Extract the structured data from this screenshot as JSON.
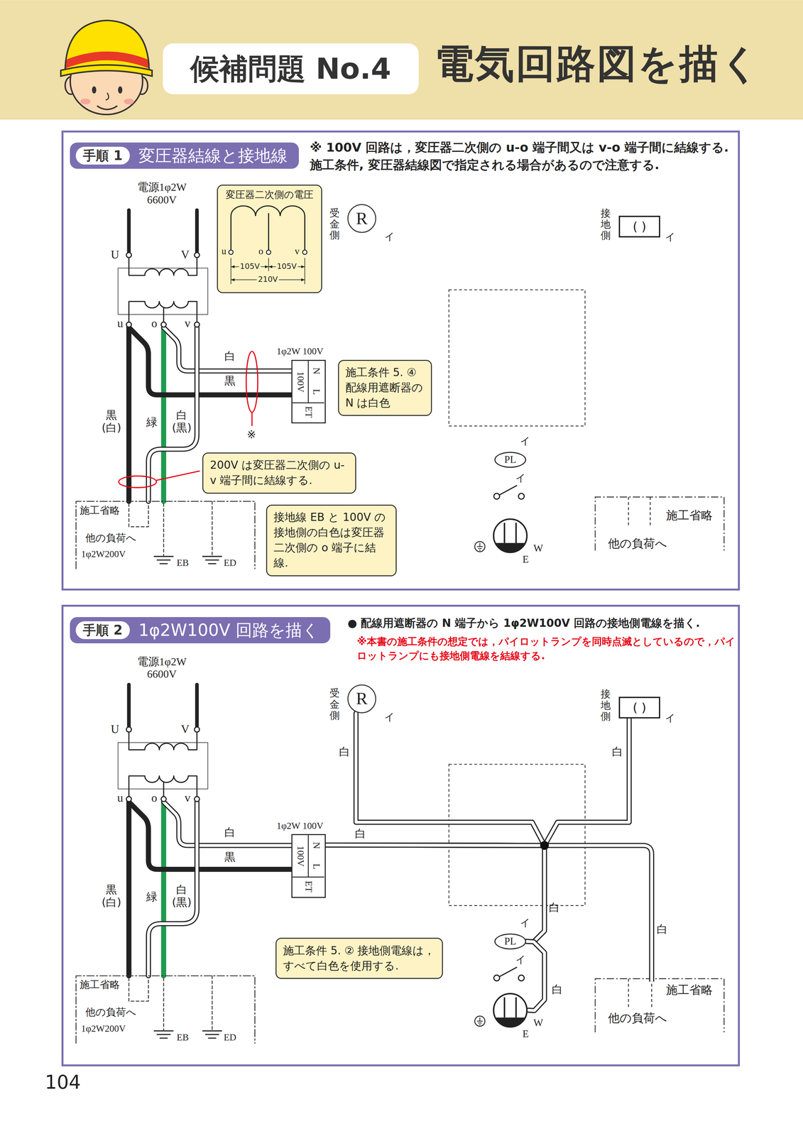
{
  "diagram": {
    "title": "電気回路図を描く",
    "nodes": [
      {
        "text": [
          "候補問題 No.4"
        ]
      },
      {
        "text": [
          "手順 1",
          "変圧器結線と接地線"
        ]
      },
      {
        "text": [
          "変圧器二次側の電圧",
          "u",
          "o",
          "v",
          "105V",
          "105V",
          "210V"
        ],
        "in": 1
      },
      {
        "text": [
          "受金側",
          "R",
          "イ"
        ],
        "in": 1
      },
      {
        "text": [
          "接地側",
          "( )",
          "イ"
        ],
        "in": 1
      },
      {
        "text": [
          "100V",
          "N",
          "L",
          "ET"
        ],
        "in": 1
      },
      {
        "text": [
          "施工条件 5. ④ 配線用遮断器の N は白色"
        ],
        "in": 1
      },
      {
        "text": [
          "PL",
          "イ"
        ],
        "in": 1
      },
      {
        "text": [
          "200V は変圧器二次側の u-v 端子間に結線する."
        ],
        "in": 1
      },
      {
        "text": [
          "接地線 EB と 100V の接地側の白色は変圧器二次側の o 端子に結線."
        ],
        "in": 1
      },
      {
        "text": [
          "E",
          "W"
        ],
        "in": 1
      },
      {
        "text": [
          "手順 2",
          "1φ2W100V 回路を描く"
        ]
      },
      {
        "text": [
          "受金側",
          "R",
          "イ"
        ],
        "in": 11
      },
      {
        "text": [
          "接地側",
          "( )",
          "イ"
        ],
        "in": 11
      },
      {
        "text": [
          "100V",
          "N",
          "L",
          "ET"
        ],
        "in": 11
      },
      {
        "text": [
          "PL",
          "イ"
        ],
        "in": 11
      },
      {
        "text": [
          "施工条件 5. ② 接地側電線は，すべて白色を使用する."
        ],
        "in": 11
      },
      {
        "text": [
          "E",
          "W"
        ],
        "in": 11
      }
    ],
    "edges": [
      {
        "from": 14,
        "to": 12,
        "arrow": "none",
        "label": "白"
      },
      {
        "from": 14,
        "to": 13,
        "arrow": "none",
        "label": "白"
      },
      {
        "from": 14,
        "to": 15,
        "arrow": "none",
        "label": "白"
      },
      {
        "from": 15,
        "to": 17,
        "arrow": "none",
        "label": "白"
      }
    ],
    "labels": [
      "※ 100V 回路は，変圧器二次側の u-o 端子間又は v-o 端子間に結線する. 施工条件, 変圧器結線図で指定される場合があるので注意する.",
      "電源1φ2W 6600V",
      "U",
      "V",
      "u",
      "o",
      "v",
      "白",
      "黒",
      "1φ2W 100V",
      "黒 (白)",
      "緑",
      "白 (黒)",
      "※",
      "施工省略",
      "他の負荷へ",
      "1φ2W200V",
      "EB",
      "ED",
      "イ",
      "施工省略",
      "他の負荷へ",
      "● 配線用遮断器の N 端子から 1φ2W100V 回路の接地側電線を描く.",
      "※本書の施工条件の想定では，パイロットランプを同時点滅としているので，パイロットランプにも接地側電線を結線する.",
      "電源1φ2W 6600V",
      "U",
      "V",
      "u",
      "o",
      "v",
      "白",
      "黒",
      "白",
      "1φ2W 100V",
      "黒 (白)",
      "緑",
      "白 (黒)",
      "施工省略",
      "他の負荷へ",
      "1φ2W200V",
      "EB",
      "ED",
      "イ",
      "白",
      "施工省略",
      "他の負荷へ",
      "104"
    ]
  }
}
